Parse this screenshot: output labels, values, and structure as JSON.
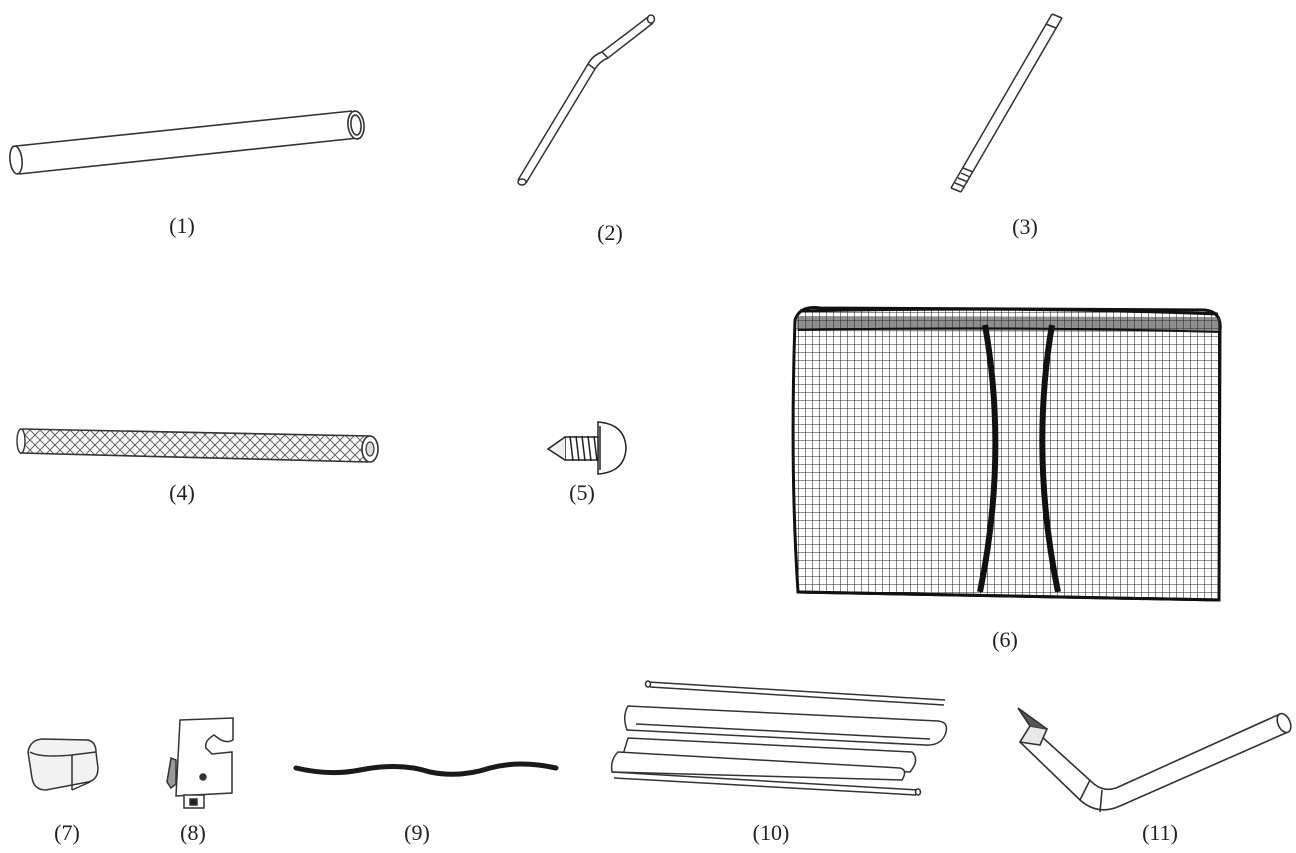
{
  "parts": [
    {
      "id": "part-1",
      "label": "(1)",
      "icon": "straight-tube-icon"
    },
    {
      "id": "part-2",
      "label": "(2)",
      "icon": "curved-pole-icon"
    },
    {
      "id": "part-3",
      "label": "(3)",
      "icon": "threaded-rod-icon"
    },
    {
      "id": "part-4",
      "label": "(4)",
      "icon": "foam-padding-icon"
    },
    {
      "id": "part-5",
      "label": "(5)",
      "icon": "screw-icon"
    },
    {
      "id": "part-6",
      "label": "(6)",
      "icon": "safety-net-icon"
    },
    {
      "id": "part-7",
      "label": "(7)",
      "icon": "end-cap-icon"
    },
    {
      "id": "part-8",
      "label": "(8)",
      "icon": "clip-bracket-icon"
    },
    {
      "id": "part-9",
      "label": "(9)",
      "icon": "cord-icon"
    },
    {
      "id": "part-10",
      "label": "(10)",
      "icon": "net-sleeves-icon"
    },
    {
      "id": "part-11",
      "label": "(11)",
      "icon": "hex-key-icon"
    }
  ]
}
